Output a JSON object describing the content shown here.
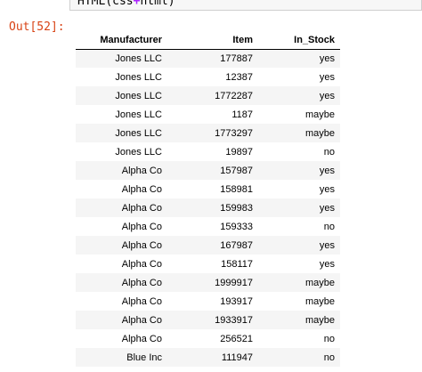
{
  "input": {
    "fn": "HTML",
    "open": "(",
    "arg1": "css",
    "op": "+",
    "arg2": "html",
    "close": ")"
  },
  "output": {
    "prompt": "Out[52]:"
  },
  "table": {
    "headers": [
      "Manufacturer",
      "Item",
      "In_Stock"
    ],
    "rows": [
      [
        "Jones LLC",
        "177887",
        "yes"
      ],
      [
        "Jones LLC",
        "12387",
        "yes"
      ],
      [
        "Jones LLC",
        "1772287",
        "yes"
      ],
      [
        "Jones LLC",
        "1187",
        "maybe"
      ],
      [
        "Jones LLC",
        "1773297",
        "maybe"
      ],
      [
        "Jones LLC",
        "19897",
        "no"
      ],
      [
        "Alpha Co",
        "157987",
        "yes"
      ],
      [
        "Alpha Co",
        "158981",
        "yes"
      ],
      [
        "Alpha Co",
        "159983",
        "yes"
      ],
      [
        "Alpha Co",
        "159333",
        "no"
      ],
      [
        "Alpha Co",
        "167987",
        "yes"
      ],
      [
        "Alpha Co",
        "158117",
        "yes"
      ],
      [
        "Alpha Co",
        "1999917",
        "maybe"
      ],
      [
        "Alpha Co",
        "193917",
        "maybe"
      ],
      [
        "Alpha Co",
        "1933917",
        "maybe"
      ],
      [
        "Alpha Co",
        "256521",
        "no"
      ],
      [
        "Blue Inc",
        "111947",
        "no"
      ]
    ]
  }
}
